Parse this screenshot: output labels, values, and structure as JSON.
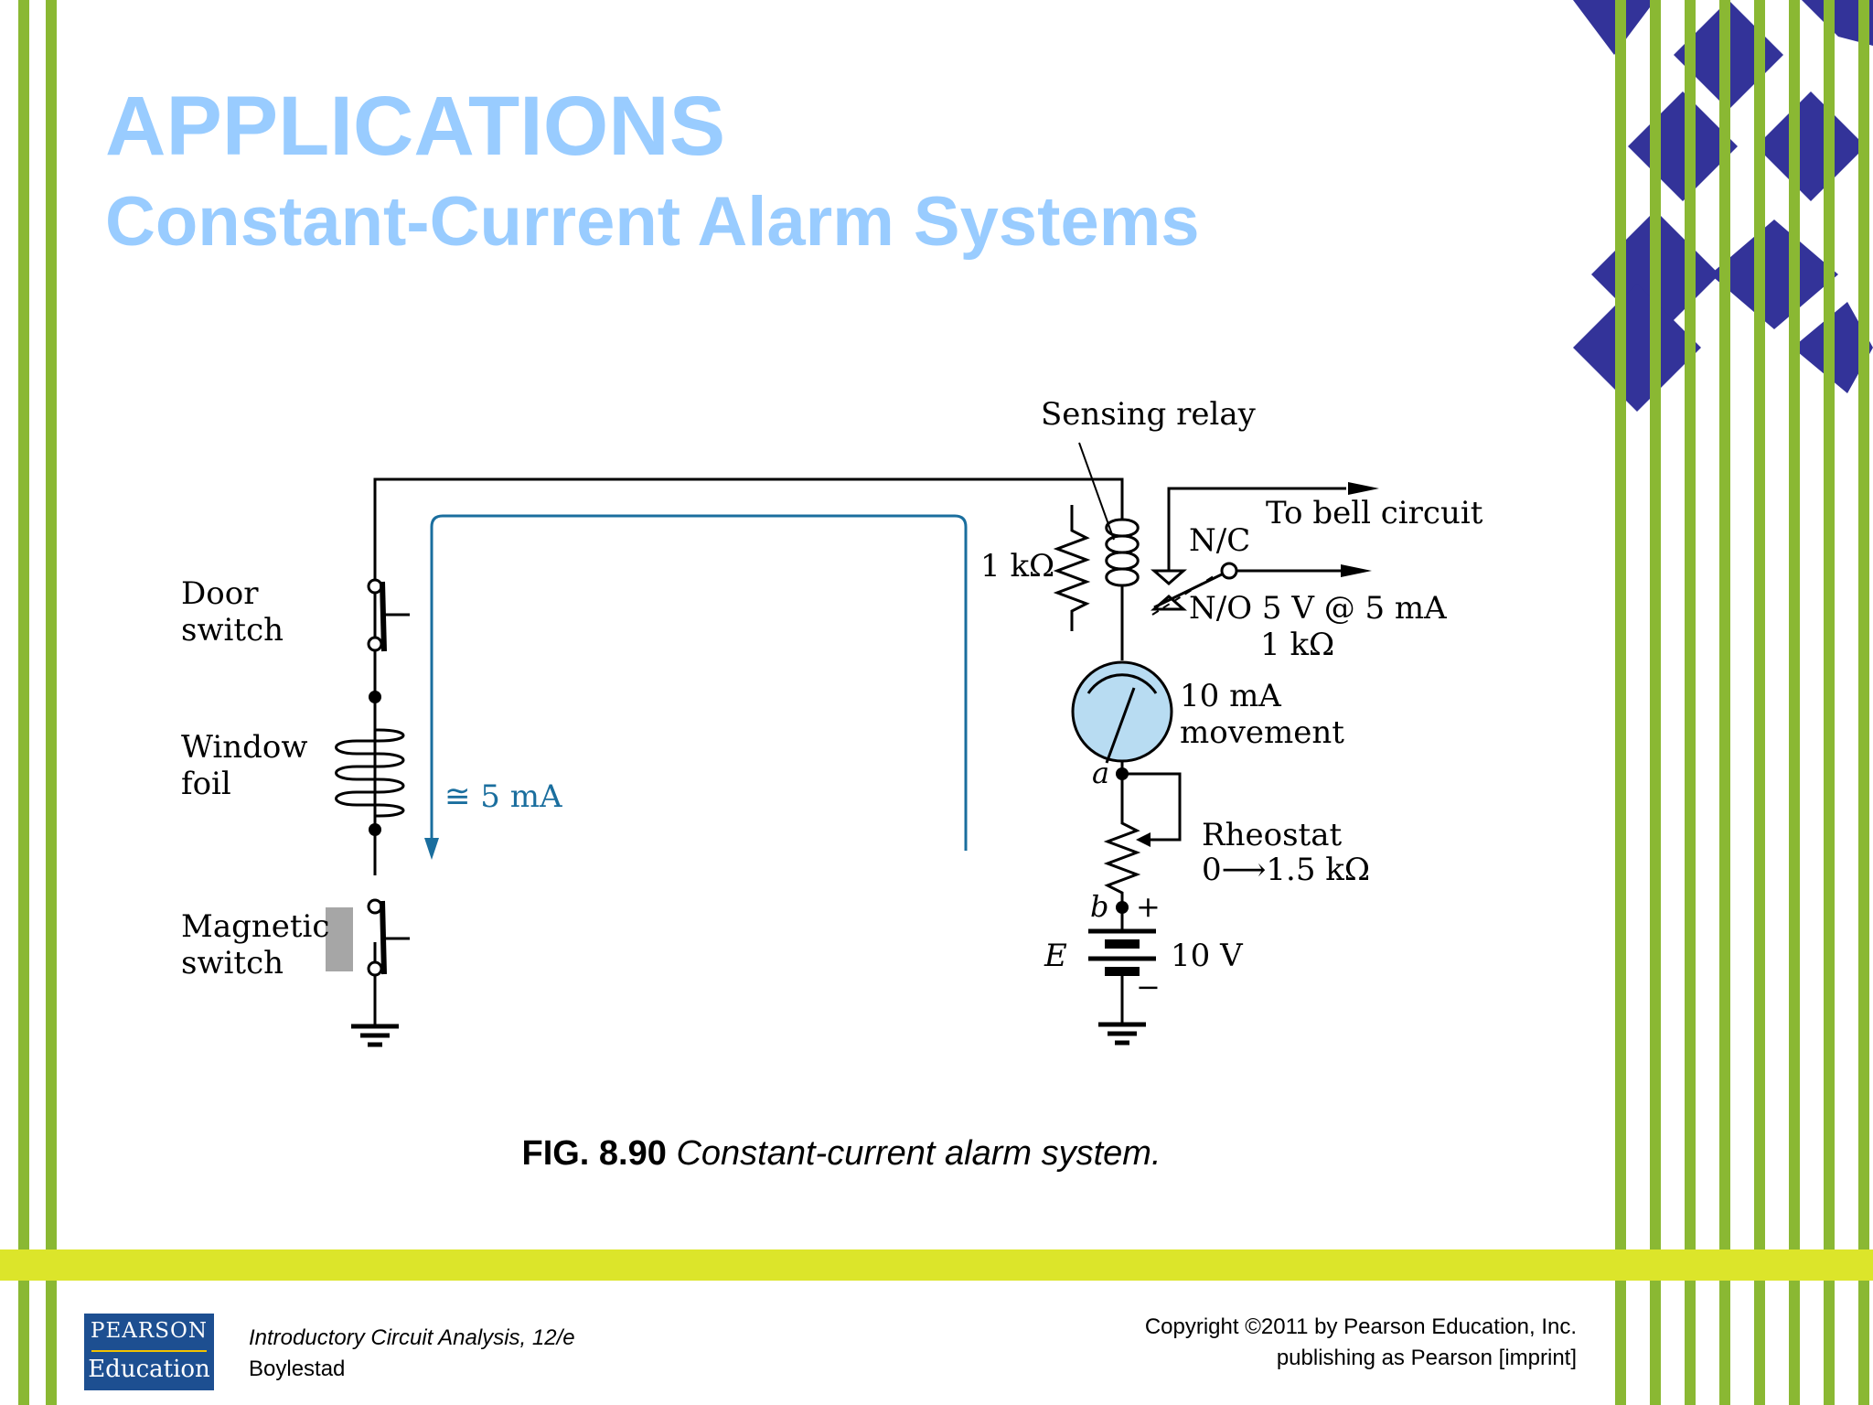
{
  "slide": {
    "title": "APPLICATIONS",
    "subtitle": "Constant-Current Alarm Systems"
  },
  "figure": {
    "labels": {
      "sensing_relay": "Sensing relay",
      "to_bell": "To bell circuit",
      "nc": "N/C",
      "no_spec": "N/O 5 V @ 5 mA",
      "relay_res": "1 kΩ",
      "res_1k": "1 kΩ",
      "door_line1": "Door",
      "door_line2": "switch",
      "window_line1": "Window",
      "window_line2": "foil",
      "magnetic_line1": "Magnetic",
      "magnetic_line2": "switch",
      "current": "≅ 5 mA",
      "meter_line1": "10 mA",
      "meter_line2": "movement",
      "node_a": "a",
      "node_b": "b",
      "rheostat_line1": "Rheostat",
      "rheostat_line2": "0⟶1.5 kΩ",
      "battery_name": "E",
      "battery_value": "10 V",
      "plus": "+",
      "minus": "−"
    },
    "caption_number": "FIG. 8.90",
    "caption_text": "Constant-current alarm system."
  },
  "footer": {
    "logo_top": "PEARSON",
    "logo_bottom": "Education",
    "book_title": "Introductory Circuit Analysis, 12/e",
    "author": "Boylestad",
    "copyright_line1": "Copyright ©2011 by Pearson Education, Inc.",
    "copyright_line2": "publishing as Pearson [imprint]"
  },
  "colors": {
    "title": "#99ccff",
    "green_stripes": "#8ab833",
    "yellow_band": "#dce52a",
    "diamonds": "#333399",
    "meter_fill": "#b8dcf2",
    "current_arrow": "#1a6e9e"
  }
}
